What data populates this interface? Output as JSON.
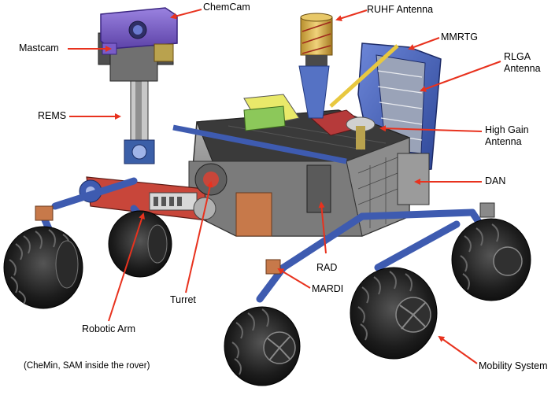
{
  "labels": {
    "chemcam": "ChemCam",
    "mastcam": "Mastcam",
    "rems": "REMS",
    "ruhf": "RUHF Antenna",
    "mmrtg": "MMRTG",
    "rlga_line1": "RLGA",
    "rlga_line2": "Antenna",
    "hga_line1": "High Gain",
    "hga_line2": "Antenna",
    "dan": "DAN",
    "rad": "RAD",
    "mardi": "MARDI",
    "turret": "Turret",
    "robotic_arm": "Robotic Arm",
    "mobility": "Mobility System"
  },
  "note": "(CheMin, SAM inside the rover)",
  "colors": {
    "arrow": "#e8321e",
    "body_gray": "#8a8a8a",
    "deck_dark": "#3a3a3a",
    "blue_frame": "#3e5bb0",
    "purple_head": "#7a5cc8",
    "tire": "#1a1a1a",
    "gold": "#d9b24a",
    "green": "#8cc85a",
    "copper": "#c7794a",
    "red_arm": "#c8463a"
  }
}
